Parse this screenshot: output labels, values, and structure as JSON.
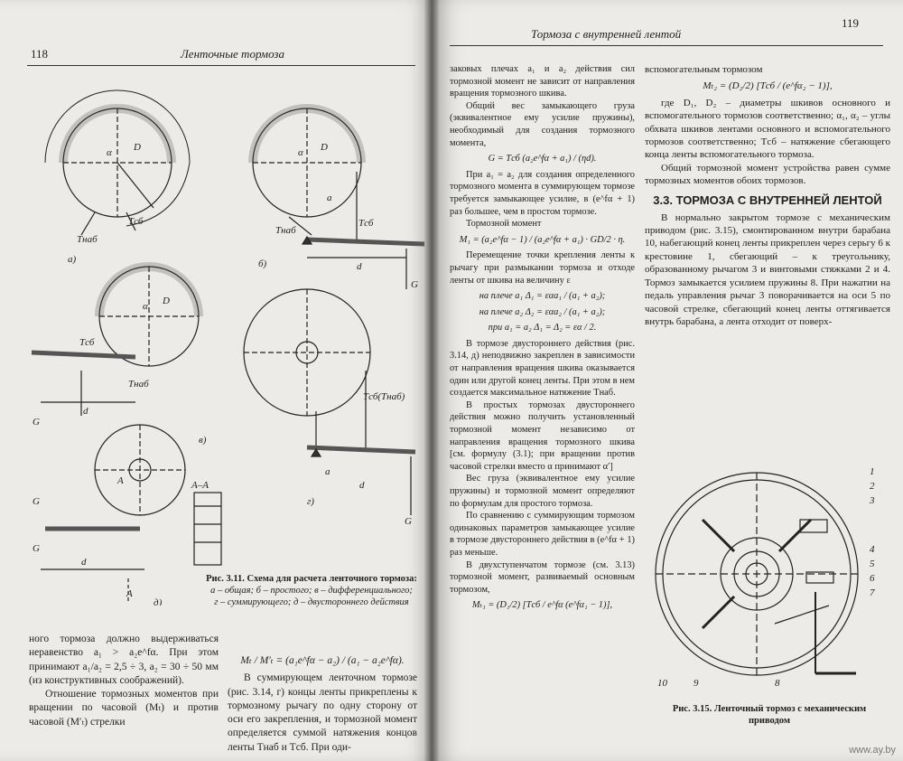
{
  "left_page": {
    "page_number": "118",
    "running_head": "Ленточные тормоза",
    "figure_caption": {
      "title": "Рис. 3.11. Схема для расчета ленточного тормоза:",
      "line1": "а – общая; б – простого; в – дифференциального;",
      "line2": "г – суммирующего; д – двустороннего действия"
    },
    "figure_labels": {
      "a": "а)",
      "b": "б)",
      "v": "в)",
      "g": "г)",
      "d": "д)",
      "section": "А–А",
      "A": "A",
      "G": "G",
      "dist": "d",
      "arm": "a",
      "t_nab": "Tнаб",
      "t_sb": "Tсб",
      "t_sb_nab": "Tсб(Tнаб)",
      "D": "D",
      "alpha": "α"
    },
    "col1": [
      "ного тормоза должно выдерживаться неравенство a₁ > a₂e^fα. При этом принимают a₁/a₂ = 2,5 ÷ 3, a₂ = 30 ÷ 50 мм (из конструктивных соображений).",
      "Отношение тормозных моментов при вращении по часовой (Mₜ) и против часовой (M′ₜ) стрелки"
    ],
    "col2_formula": "Mₜ / M′ₜ = (a₁e^fα − a₂) / (a₁ − a₂e^fα).",
    "col2": [
      "В суммирующем ленточном тормозе (рис. 3.14, г) концы ленты прикреплены к тормозному рычагу по одну сторону от оси его закрепления, и тормозной момент определяется суммой натяжения концов ленты Tнаб и Tсб. При оди-"
    ]
  },
  "right_page": {
    "page_number": "119",
    "running_head": "Тормоза с внутренней лентой",
    "col1": {
      "p1": "заковых плечах a₁ и a₂ действия сил тормозной момент не зависит от направления вращения тормозного шкива.",
      "p2": "Общий вес замыкающего груза (эквивалентное ему усилие пружины), необходимый для создания тормозного момента,",
      "f1": "G = Tсб (a₂e^fα + a₁) / (ηd).",
      "p3": "При a₁ = a₂ для создания определенного тормозного момента в суммирующем тормозе требуется замыкающее усилие, в (e^fα + 1) раз большее, чем в простом тормозе.",
      "p4": "Тормозной момент",
      "f2": "M₁ = (a₂e^fα − 1) / (a₂e^fα + a₁) · GD/2 · η.",
      "p5": "Перемещение точки крепления ленты к рычагу при размыкании тормоза и отходе ленты от шкива на величину ε",
      "f3a": "на плече a₁  Δ₁ = εαa₁ / (a₁ + a₂);",
      "f3b": "на плече a₂  Δ₂ = εαa₂ / (a₁ + a₂);",
      "f3c": "при a₁ = a₂  Δ₁ = Δ₂ = εα / 2.",
      "p6": "В тормозе двустороннего действия (рис. 3.14, д) неподвижно закреплен в зависимости от направления вращения шкива оказывается один или другой конец ленты. При этом в нем создается максимальное натяжение Tнаб.",
      "p7": "В простых тормозах двустороннего действия можно получить установленный тормозной момент независимо от направления вращения тормозного шкива [см. формулу (3.1); при вращении против часовой стрелки вместо α принимают α′]",
      "p8": "Вес груза (эквивалентное ему усилие пружины) и тормозной момент определяют по формулам для простого тормоза.",
      "p9": "По сравнению с суммирующим тормозом одинаковых параметров замыкающее усилие в тормозе двустороннего действия в (e^fα + 1) раз меньше.",
      "p10": "В двухступенчатом тормозе (см. 3.13) тормозной момент, развиваемый основным тормозом,",
      "f4": "Mₜ₁ = (D₁/2) [Tсб / e^fα (e^fα₁ − 1)],"
    },
    "col2": {
      "p1": "вспомогательным тормозом",
      "f1": "Mₜ₂ = (D₂/2) [Tсб / (e^fα₂ − 1)],",
      "p2": "где D₁, D₂ – диаметры шкивов основного и вспомогательного тормозов соответственно; α₁, α₂ – углы обхвата шкивов лентами основного и вспомогательного тормозов соответственно; Tсб – натяжение сбегающего конца ленты вспомогательного тормоза.",
      "p3": "Общий тормозной момент устройства равен сумме тормозных моментов обоих тормозов.",
      "heading": "3.3. ТОРМОЗА С ВНУТРЕННЕЙ ЛЕНТОЙ",
      "p4": "В нормально закрытом тормозе с механическим приводом (рис. 3.15), смонтированном внутри барабана 10, набегающий конец ленты прикреплен через серьгу 6 к крестовине 1, сбегающий – к треугольнику, образованному рычагом 3 и винтовыми стяжками 2 и 4. Тормоз замыкается усилием пружины 8. При нажатии на педаль управления рычаг 3 поворачивается на оси 5 по часовой стрелке, сбегающий конец ленты оттягивается внутрь барабана, а лента отходит от поверх-",
      "fig_caption": "Рис. 3.15. Ленточный тормоз с механическим приводом",
      "fig_numbers": [
        "1",
        "2",
        "3",
        "4",
        "5",
        "6",
        "7",
        "8",
        "9",
        "10"
      ]
    },
    "watermark": "www.ay.by"
  }
}
